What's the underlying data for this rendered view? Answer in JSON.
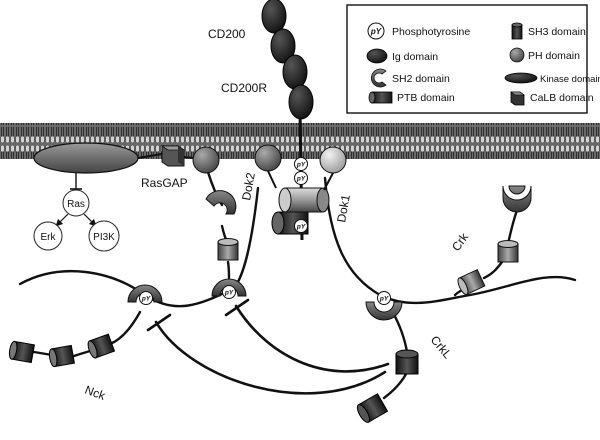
{
  "labels": {
    "cd200": "CD200",
    "cd200r": "CD200R",
    "rasgap": "RasGAP",
    "dok2": "Dok2",
    "dok1": "Dok1",
    "crk": "Crk",
    "crkl": "CrkL",
    "nck": "Nck",
    "ras": "Ras",
    "erk": "Erk",
    "pi3k": "PI3K",
    "py": "pY"
  },
  "legend": {
    "items": [
      {
        "icon": "phosphotyrosine-icon",
        "label": "Phosphotyrosine"
      },
      {
        "icon": "sh3-domain-icon",
        "label": "SH3 domain"
      },
      {
        "icon": "ig-domain-icon",
        "label": "Ig domain"
      },
      {
        "icon": "ph-domain-icon",
        "label": "PH domain"
      },
      {
        "icon": "sh2-domain-icon",
        "label": "SH2 domain"
      },
      {
        "icon": "kinase-domain-icon",
        "label": "Kinase domain"
      },
      {
        "icon": "ptb-domain-icon",
        "label": "PTB domain"
      },
      {
        "icon": "calb-domain-icon",
        "label": "CaLB domain"
      }
    ]
  }
}
